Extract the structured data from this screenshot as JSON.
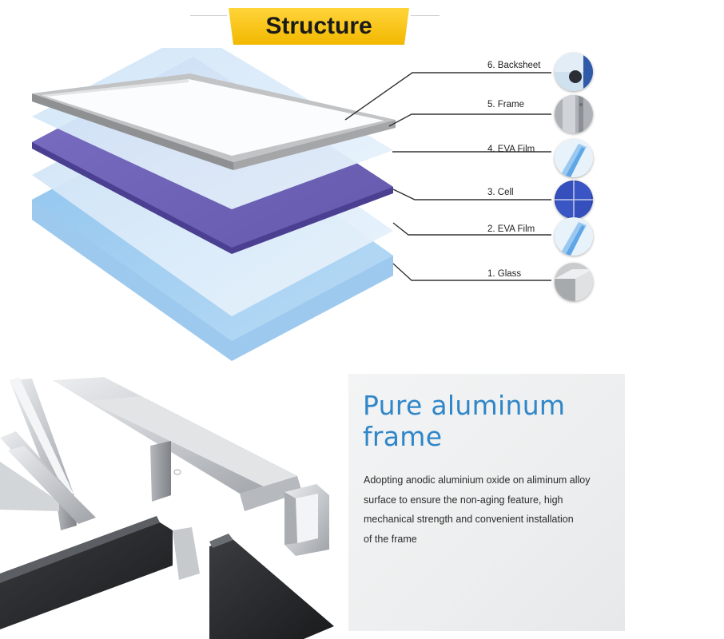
{
  "title": "Structure",
  "layers": [
    {
      "label": "6. Backsheet",
      "thumb_icon": "backsheet-swatch-icon"
    },
    {
      "label": "5. Frame",
      "thumb_icon": "frame-swatch-icon"
    },
    {
      "label": "4. EVA Film",
      "thumb_icon": "eva-film-swatch-icon"
    },
    {
      "label": "3. Cell",
      "thumb_icon": "solar-cell-swatch-icon"
    },
    {
      "label": "2. EVA Film",
      "thumb_icon": "eva-film-swatch-icon"
    },
    {
      "label": "1. Glass",
      "thumb_icon": "glass-swatch-icon"
    }
  ],
  "frame_section": {
    "title_line1": "Pure aluminum",
    "title_line2": "frame",
    "description_lines": [
      "Adopting anodic aluminium oxide on aliminum alloy",
      "surface to ensure the non-aging feature, high",
      "mechanical strength and convenient installation",
      "of the frame"
    ]
  },
  "colors": {
    "banner": "#f8c400",
    "title_blue": "#2f86c8",
    "cell_purple": "#6a5fb0",
    "glass_blue": "#a9d0f0",
    "eva_blue": "#d5e8f8"
  }
}
